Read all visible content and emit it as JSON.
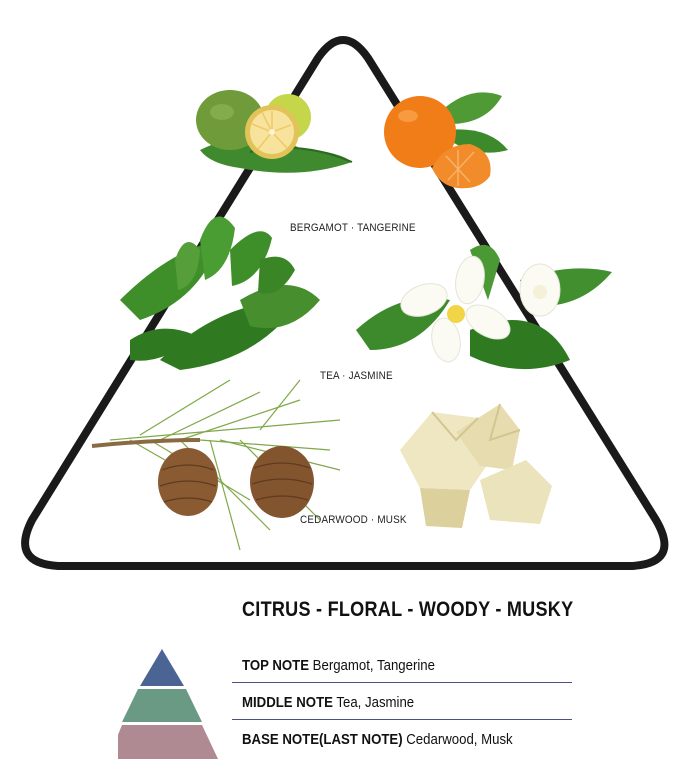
{
  "pyramid": {
    "top_label": "BERGAMOT · TANGERINE",
    "middle_label": "TEA · JASMINE",
    "base_label": "CEDARWOOD · MUSK",
    "top_images": [
      "bergamot",
      "tangerine"
    ],
    "middle_images": [
      "tea-leaves",
      "jasmine-flower"
    ],
    "base_images": [
      "cedar-branch-with-cones",
      "musk-crystals"
    ]
  },
  "summary": "CITRUS - FLORAL - WOODY - MUSKY",
  "legend": [
    {
      "name": "TOP NOTE",
      "text": "Bergamot, Tangerine",
      "color": "#4a6594"
    },
    {
      "name": "MIDDLE NOTE",
      "text": "Tea, Jasmine",
      "color": "#6b9a84"
    },
    {
      "name": "BASE NOTE(LAST NOTE)",
      "text": "Cedarwood, Musk",
      "color": "#b08a93"
    }
  ],
  "colors": {
    "outline": "#1a1a1a",
    "rule": "#4a4f84"
  }
}
